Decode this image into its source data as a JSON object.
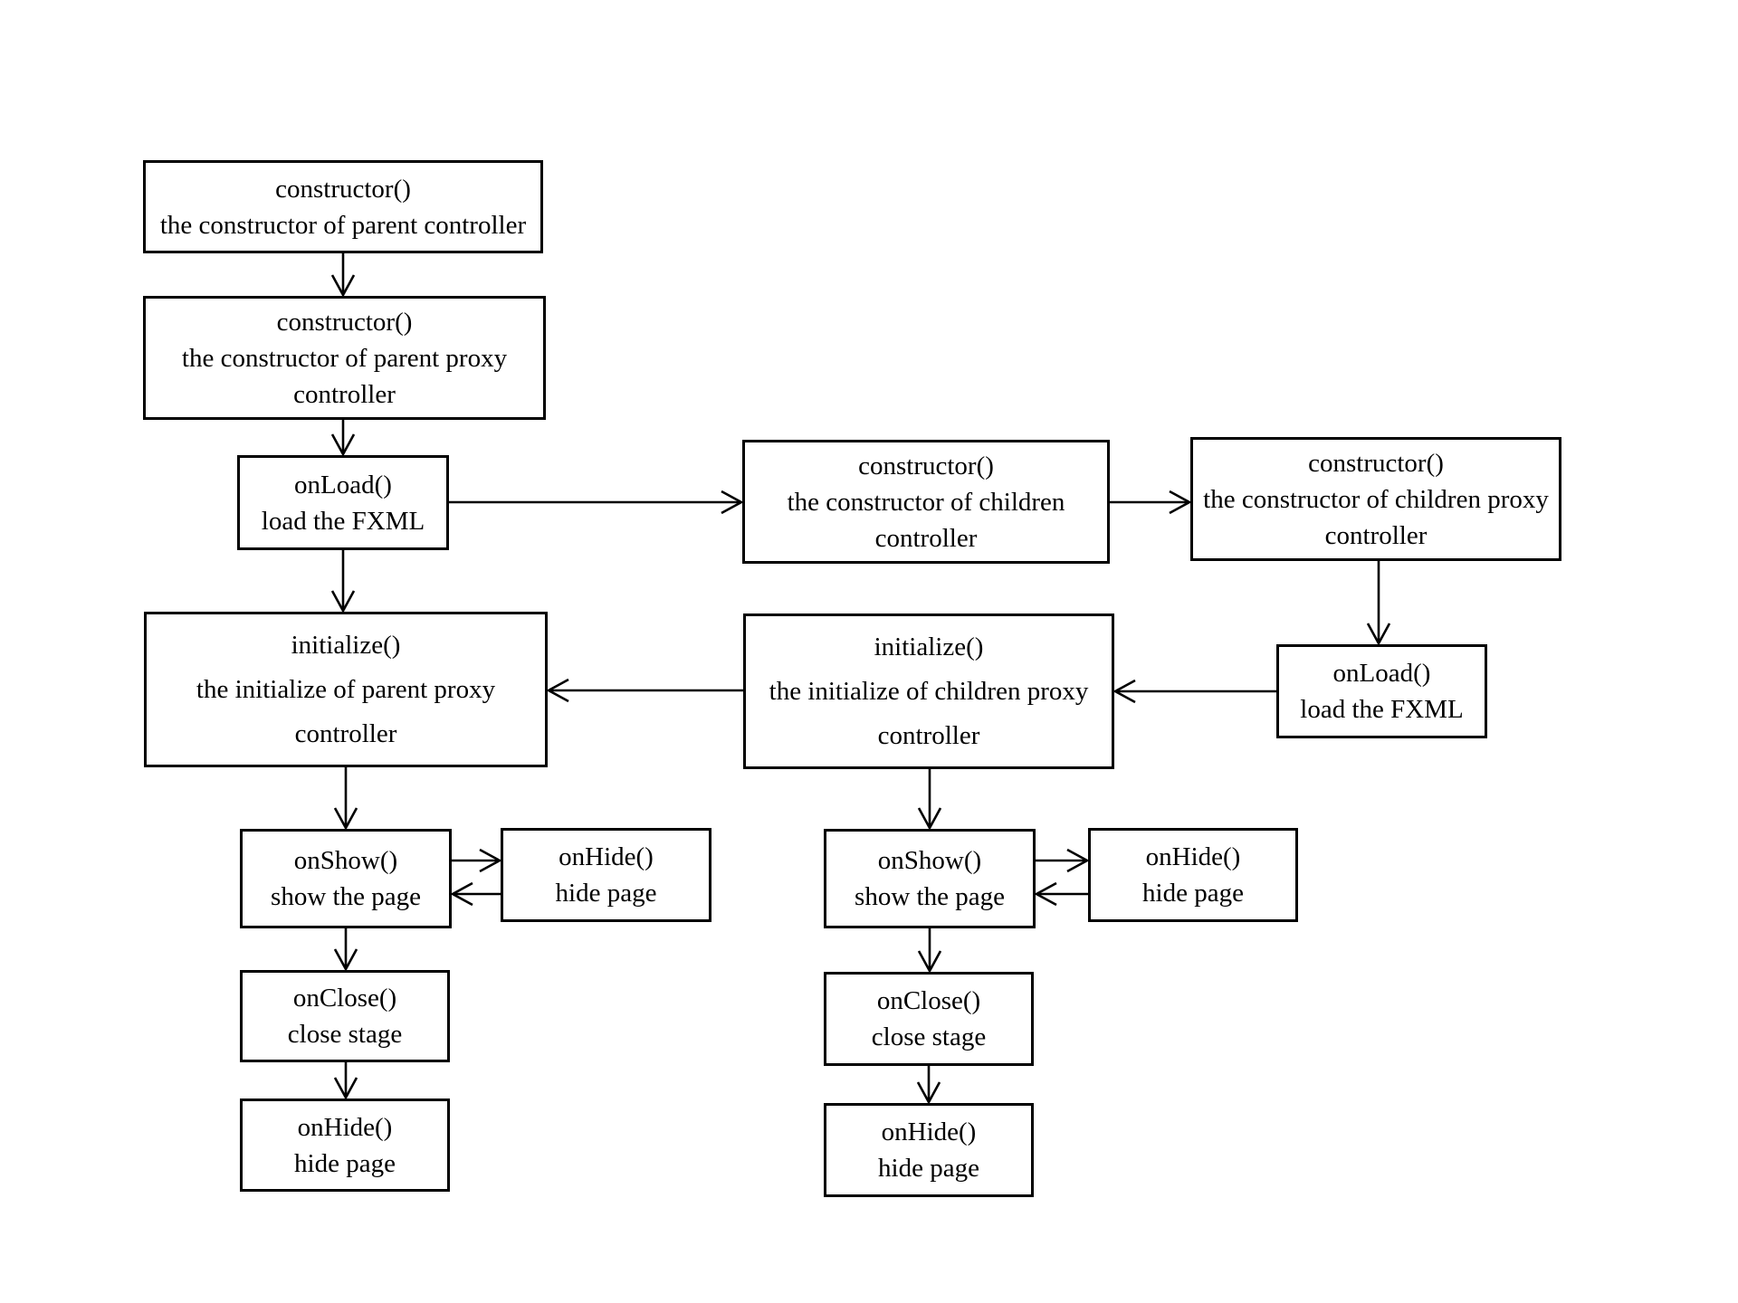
{
  "diagram": {
    "background_color": "#ffffff",
    "line_color": "#000000",
    "nodes": {
      "parent_constructor": {
        "lines": [
          "constructor()",
          "the constructor of parent controller",
          ""
        ]
      },
      "parent_proxy_constructor": {
        "lines": [
          "constructor()",
          "the constructor of parent proxy",
          "controller"
        ]
      },
      "parent_onload": {
        "lines": [
          "onLoad()",
          "load the FXML",
          ""
        ]
      },
      "children_constructor": {
        "lines": [
          "constructor()",
          "the constructor of children",
          "controller"
        ]
      },
      "children_proxy_constructor": {
        "lines": [
          "constructor()",
          "the constructor of children proxy",
          "controller"
        ]
      },
      "children_onload": {
        "lines": [
          "onLoad()",
          "load the FXML",
          ""
        ]
      },
      "children_proxy_initialize": {
        "lines": [
          "initialize()",
          "the initialize of children proxy",
          "controller"
        ]
      },
      "parent_proxy_initialize": {
        "lines": [
          "initialize()",
          "the initialize of parent proxy",
          "controller"
        ]
      },
      "parent_onshow": {
        "lines": [
          "onShow()",
          "show the page",
          ""
        ]
      },
      "parent_onhide_toggle": {
        "lines": [
          "onHide()",
          "hide page",
          ""
        ]
      },
      "parent_onclose": {
        "lines": [
          "onClose()",
          "close stage",
          ""
        ]
      },
      "parent_onhide_final": {
        "lines": [
          "onHide()",
          "hide page",
          ""
        ]
      },
      "children_onshow": {
        "lines": [
          "onShow()",
          "show the page",
          ""
        ]
      },
      "children_onhide_toggle": {
        "lines": [
          "onHide()",
          "hide page",
          ""
        ]
      },
      "children_onclose": {
        "lines": [
          "onClose()",
          "close stage",
          ""
        ]
      },
      "children_onhide_final": {
        "lines": [
          "onHide()",
          "hide page",
          ""
        ]
      }
    }
  }
}
